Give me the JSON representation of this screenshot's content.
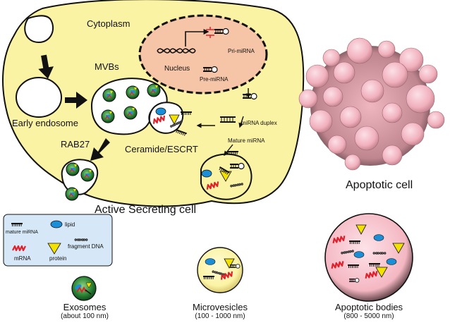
{
  "cell": {
    "cytoplasm_label": "Cytoplasm",
    "nucleus_label": "Nucleus",
    "pri_mirna_label": "Pri-miRNA",
    "pre_mirna_label": "Pre-miRNA",
    "mvbs_label": "MVBs",
    "early_endosome_label": "Early endosome",
    "mirna_duplex_label": "miRNA duplex",
    "mature_mirna_label": "Mature miRNA",
    "ceramide_label": "Ceramide/ESCRT",
    "rab27_label": "RAB27",
    "active_secreting_label": "Active Secreting cell"
  },
  "apoptotic": {
    "cell_label": "Apoptotic cell"
  },
  "legend": {
    "mature_mirna": "mature miRNA",
    "lipid": "lipid",
    "fragment_dna": "fragment DNA",
    "mrna": "mRNA",
    "protein": "protein"
  },
  "vesicles": {
    "exosomes_name": "Exosomes",
    "exosomes_size": "(about 100 nm)",
    "microvesicles_name": "Microvesicles",
    "microvesicles_size": "(100 - 1000 nm)",
    "apoptotic_bodies_name": "Apoptotic bodies",
    "apoptotic_bodies_size": "(800 - 5000 nm)"
  },
  "colors": {
    "cytoplasm": "#fbf3a4",
    "nucleus": "#f6c4a6",
    "apoptotic_pink": "#f4b7c2",
    "exosome_green": "#2f8a3a",
    "lipid_blue": "#1a8fd8",
    "mrna_red": "#e0202a",
    "protein_yellow": "#f3e100",
    "legend_bg": "#d6e8f7"
  }
}
